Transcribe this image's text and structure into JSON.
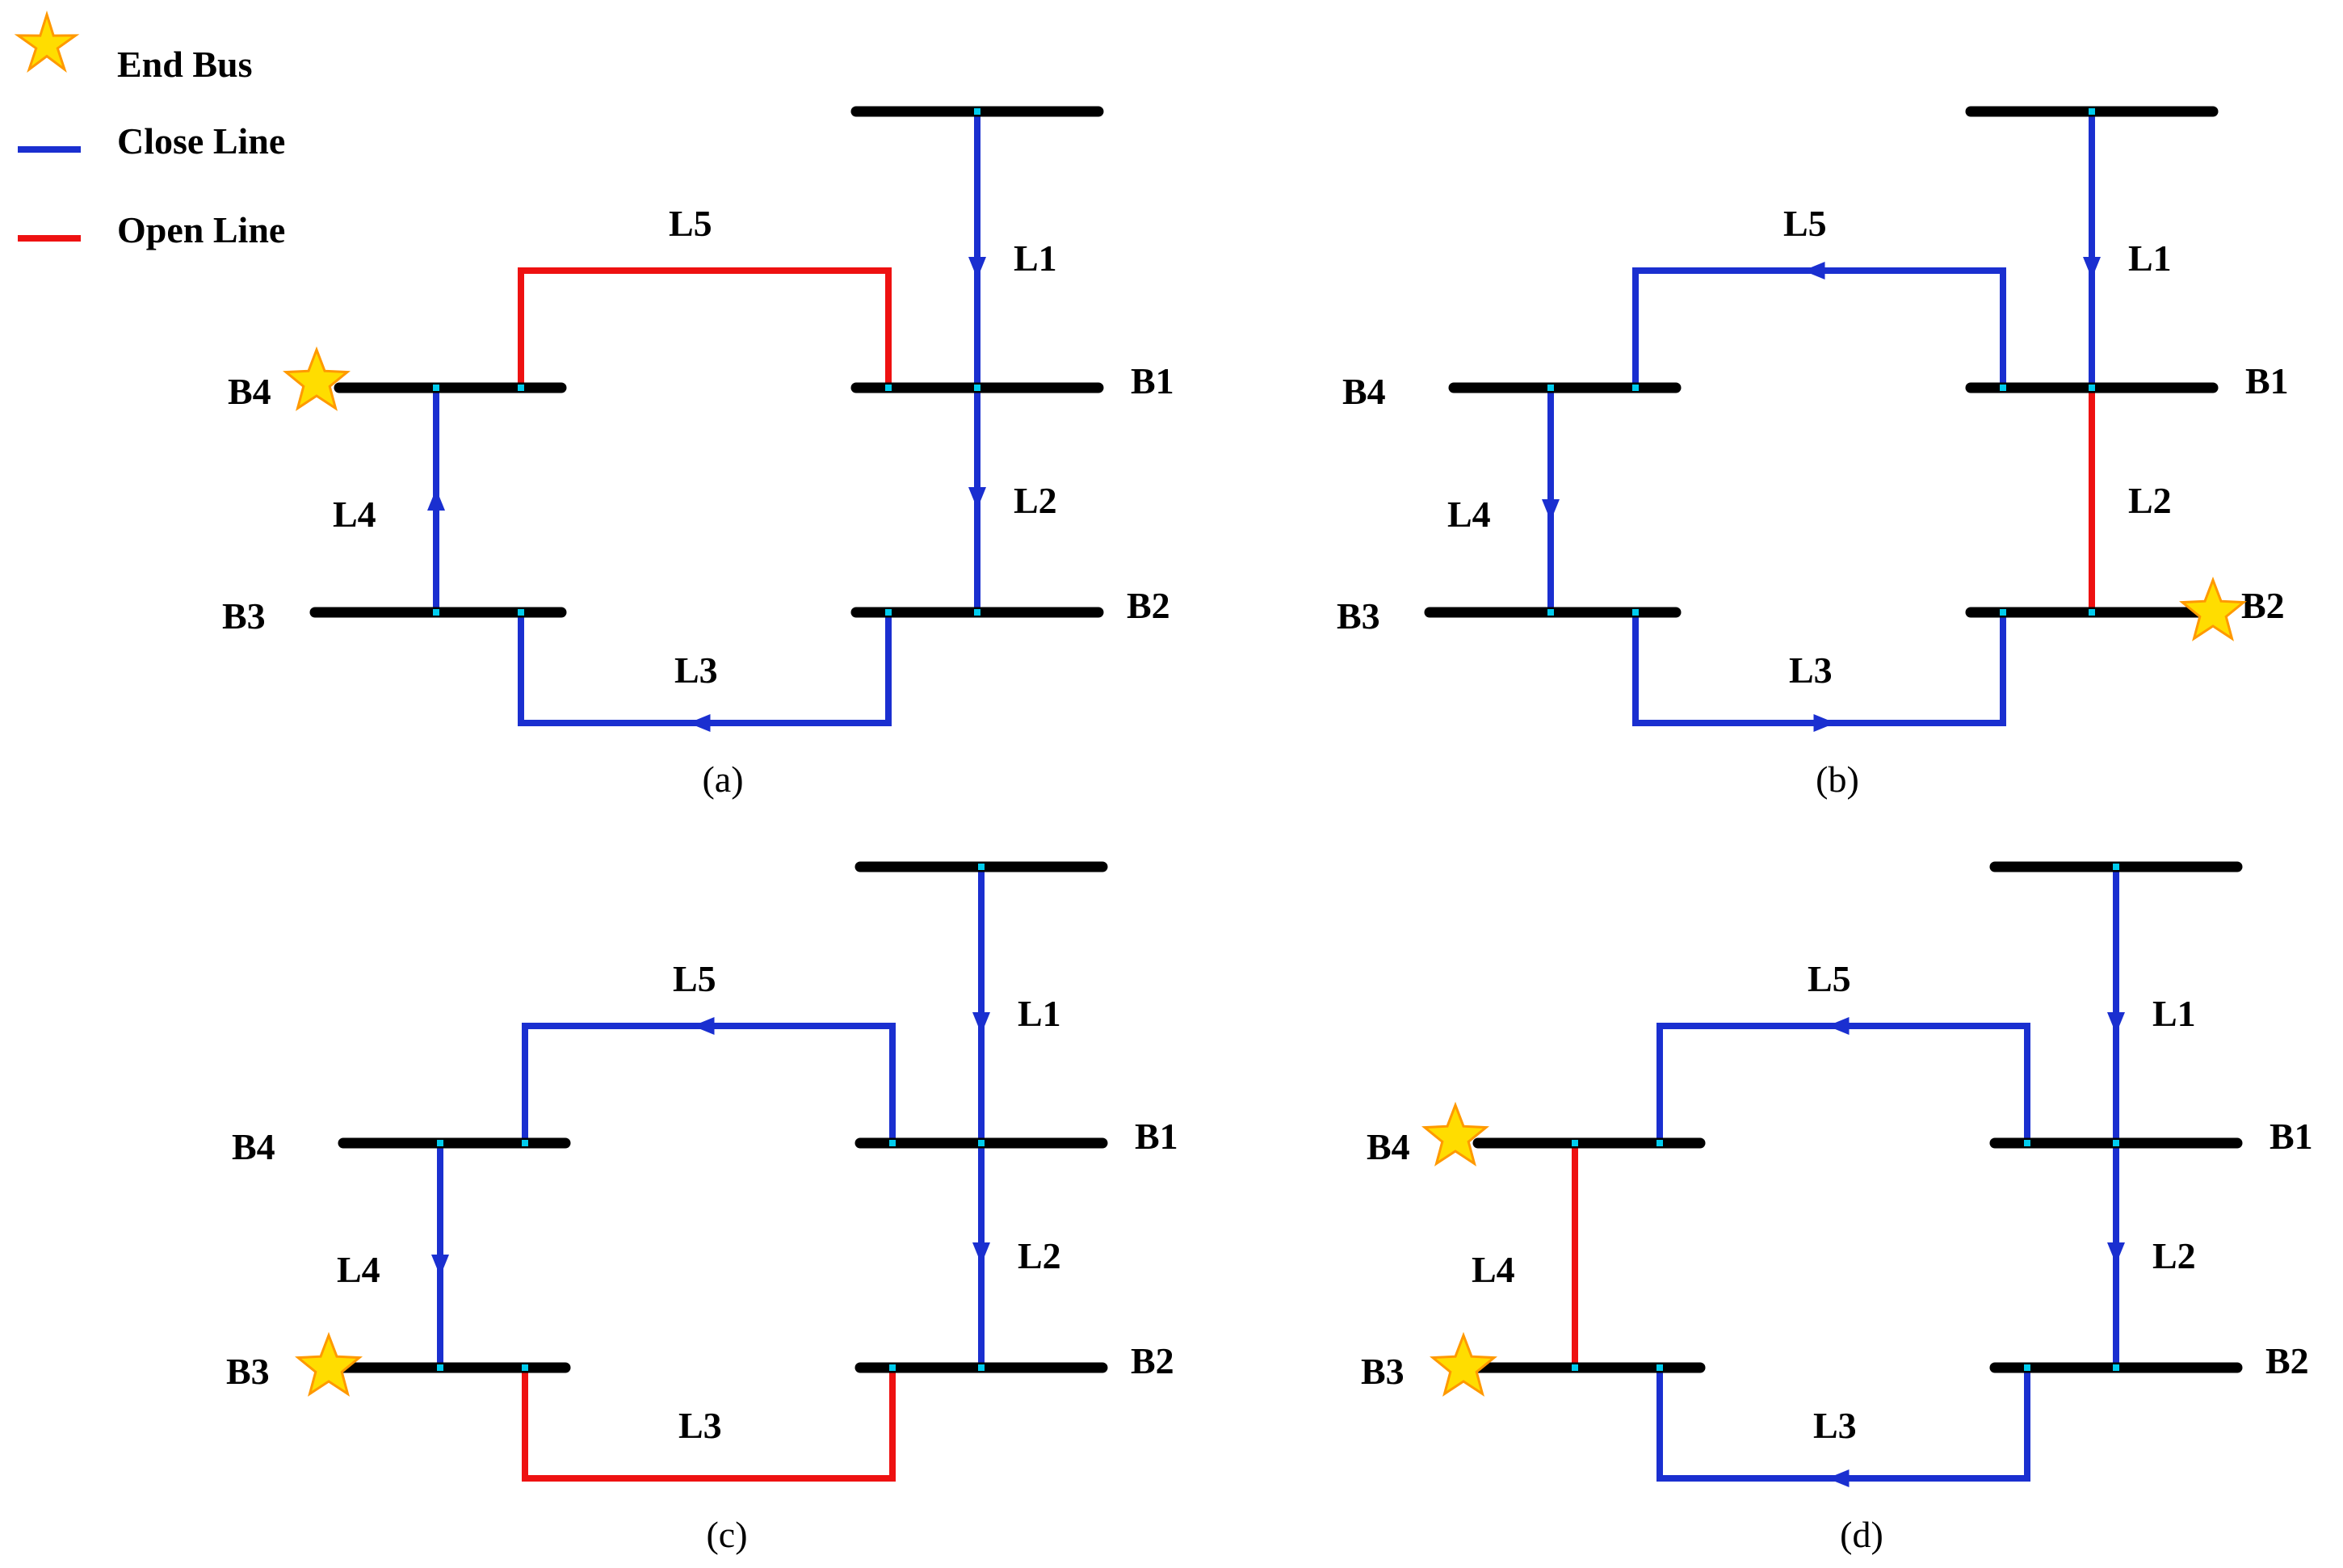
{
  "colors": {
    "close_line": "#1a2fd0",
    "open_line": "#ee1111",
    "bus": "#000000",
    "star_fill": "#ffdd00",
    "star_stroke": "#ff9900",
    "tap": "#00ccee"
  },
  "legend": {
    "end_bus": "End Bus",
    "close_line": "Close Line",
    "open_line": "Open Line"
  },
  "panels": [
    {
      "caption": "(a)",
      "buses": {
        "B1": "B1",
        "B2": "B2",
        "B3": "B3",
        "B4": "B4"
      },
      "lines": [
        {
          "id": "L1",
          "label": "L1",
          "state": "close",
          "flow": "down"
        },
        {
          "id": "L2",
          "label": "L2",
          "state": "close",
          "flow": "down"
        },
        {
          "id": "L3",
          "label": "L3",
          "state": "close",
          "flow": "left"
        },
        {
          "id": "L4",
          "label": "L4",
          "state": "close",
          "flow": "up"
        },
        {
          "id": "L5",
          "label": "L5",
          "state": "open",
          "flow": "none"
        }
      ],
      "end_buses": [
        "B4"
      ]
    },
    {
      "caption": "(b)",
      "buses": {
        "B1": "B1",
        "B2": "B2",
        "B3": "B3",
        "B4": "B4"
      },
      "lines": [
        {
          "id": "L1",
          "label": "L1",
          "state": "close",
          "flow": "down"
        },
        {
          "id": "L2",
          "label": "L2",
          "state": "open",
          "flow": "none"
        },
        {
          "id": "L3",
          "label": "L3",
          "state": "close",
          "flow": "right"
        },
        {
          "id": "L4",
          "label": "L4",
          "state": "close",
          "flow": "down"
        },
        {
          "id": "L5",
          "label": "L5",
          "state": "close",
          "flow": "left"
        }
      ],
      "end_buses": [
        "B2"
      ]
    },
    {
      "caption": "(c)",
      "buses": {
        "B1": "B1",
        "B2": "B2",
        "B3": "B3",
        "B4": "B4"
      },
      "lines": [
        {
          "id": "L1",
          "label": "L1",
          "state": "close",
          "flow": "down"
        },
        {
          "id": "L2",
          "label": "L2",
          "state": "close",
          "flow": "down"
        },
        {
          "id": "L3",
          "label": "L3",
          "state": "open",
          "flow": "none"
        },
        {
          "id": "L4",
          "label": "L4",
          "state": "close",
          "flow": "down"
        },
        {
          "id": "L5",
          "label": "L5",
          "state": "close",
          "flow": "left"
        }
      ],
      "end_buses": [
        "B3"
      ]
    },
    {
      "caption": "(d)",
      "buses": {
        "B1": "B1",
        "B2": "B2",
        "B3": "B3",
        "B4": "B4"
      },
      "lines": [
        {
          "id": "L1",
          "label": "L1",
          "state": "close",
          "flow": "down"
        },
        {
          "id": "L2",
          "label": "L2",
          "state": "close",
          "flow": "down"
        },
        {
          "id": "L3",
          "label": "L3",
          "state": "close",
          "flow": "left"
        },
        {
          "id": "L4",
          "label": "L4",
          "state": "open",
          "flow": "none"
        },
        {
          "id": "L5",
          "label": "L5",
          "state": "close",
          "flow": "left"
        }
      ],
      "end_buses": [
        "B3",
        "B4"
      ]
    }
  ]
}
